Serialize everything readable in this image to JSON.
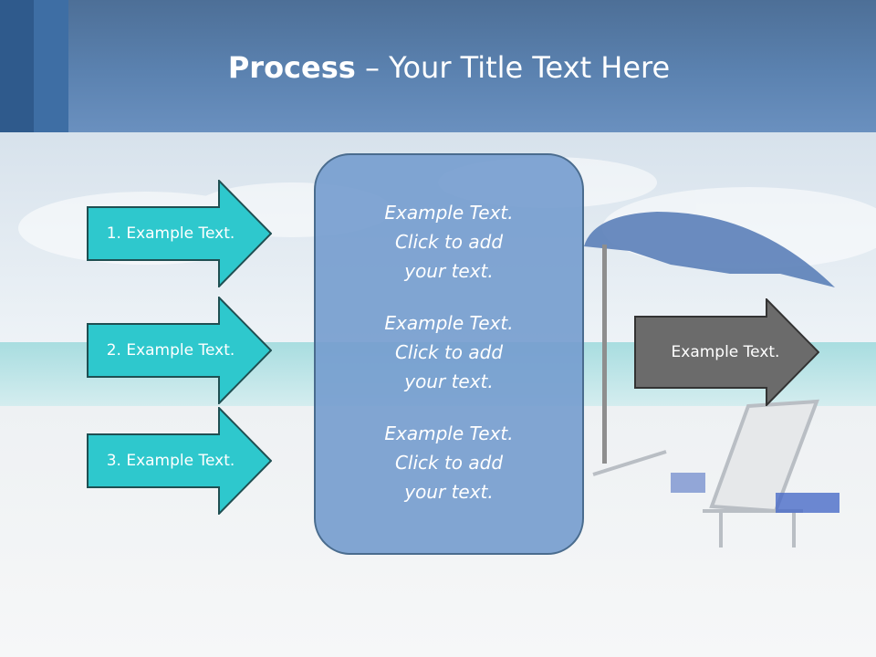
{
  "slide": {
    "title_bold": "Process",
    "title_rest": " – Your Title Text Here"
  },
  "left_arrows": [
    {
      "label": "1. Example Text."
    },
    {
      "label": "2. Example Text."
    },
    {
      "label": "3. Example Text."
    }
  ],
  "center_box": {
    "items": [
      {
        "text": "Example Text.\nClick  to add\nyour text."
      },
      {
        "text": "Example Text.\nClick  to add\nyour text."
      },
      {
        "text": "Example Text.\nClick  to add\nyour text."
      }
    ]
  },
  "right_arrow": {
    "label": "Example Text."
  },
  "colors": {
    "header": "#5b82b0",
    "arrow_teal": "#2ec8cd",
    "arrow_stroke": "#1f4f52",
    "center_box": "#749cce",
    "right_arrow": "#6b6b6b"
  }
}
